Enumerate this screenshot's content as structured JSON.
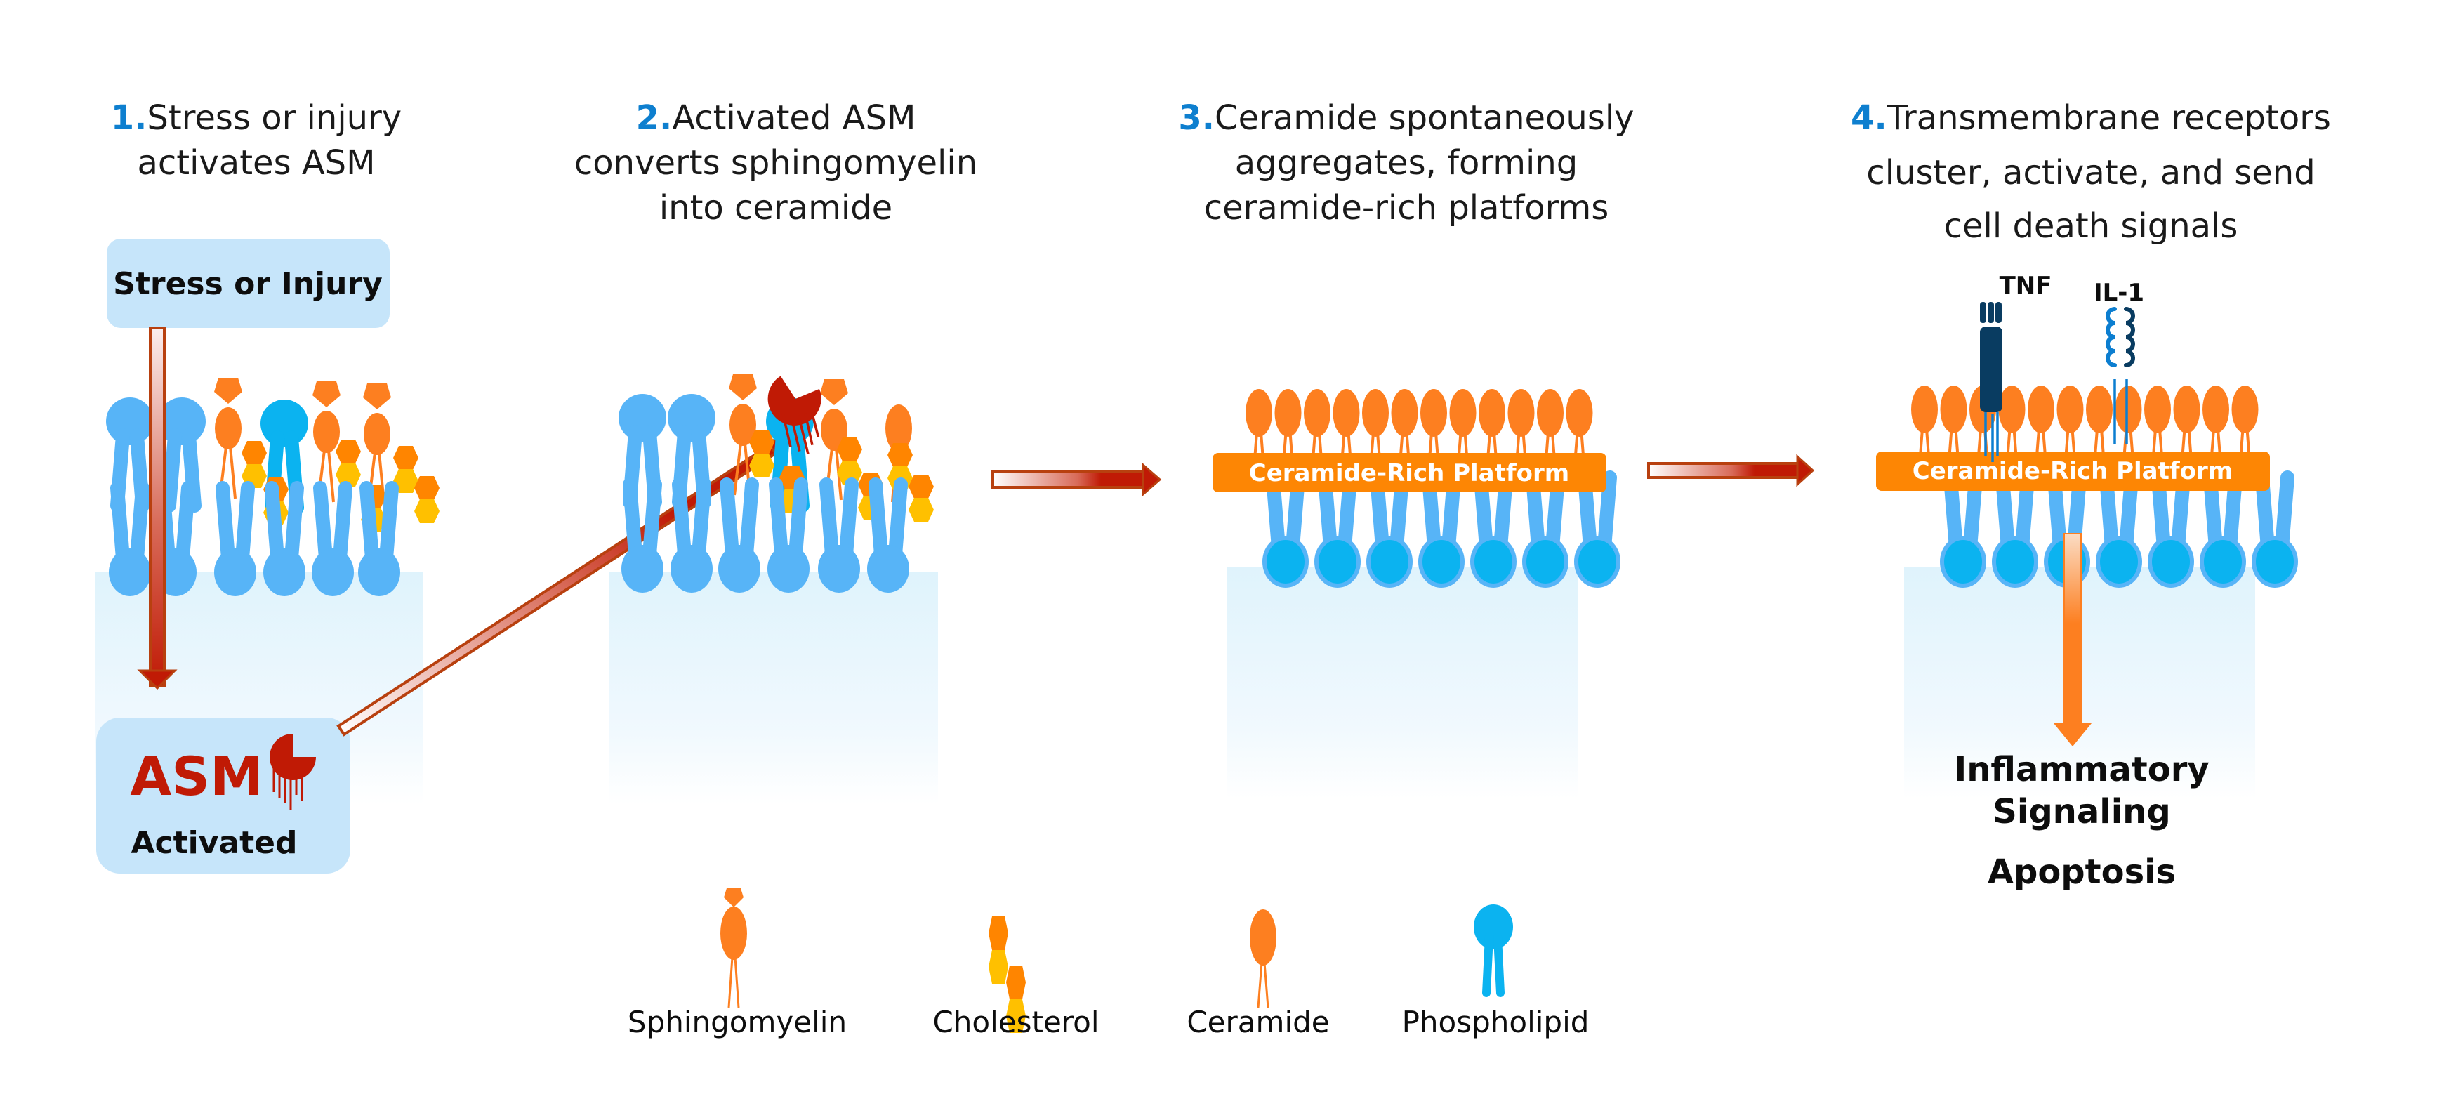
{
  "diagram": {
    "steps": [
      {
        "number": "1.",
        "lines": [
          "Stress or injury",
          "activates ASM"
        ]
      },
      {
        "number": "2.",
        "lines": [
          "Activated ASM",
          "converts sphingomyelin",
          "into ceramide"
        ]
      },
      {
        "number": "3.",
        "lines": [
          "Ceramide spontaneously",
          "aggregates, forming",
          "ceramide-rich platforms"
        ]
      },
      {
        "number": "4.",
        "lines": [
          "Transmembrane receptors",
          "cluster, activate, and send",
          "cell death signals"
        ]
      }
    ],
    "stress_box": {
      "label": "Stress or Injury"
    },
    "asm_box": {
      "title": "ASM",
      "subtitle": "Activated"
    },
    "platform_label": "Ceramide-Rich Platform",
    "receptors": {
      "tnf": "TNF",
      "il1": "IL-1"
    },
    "outcomes": {
      "line1": "Inflammatory",
      "line2": "Signaling",
      "line3": "Apoptosis"
    },
    "legend": [
      {
        "key": "sphingomyelin",
        "label": "Sphingomyelin",
        "icon": "sphingomyelin-icon"
      },
      {
        "key": "cholesterol",
        "label": "Cholesterol",
        "icon": "cholesterol-icon"
      },
      {
        "key": "ceramide",
        "label": "Ceramide",
        "icon": "ceramide-icon"
      },
      {
        "key": "phospholipid",
        "label": "Phospholipid",
        "icon": "phospholipid-icon"
      }
    ],
    "colors": {
      "step_number": "#0e7fcf",
      "phospholipid": "#57b4f7",
      "phospholipid_dark": "#0bb3f0",
      "ceramide": "#fd7f20",
      "platform": "#fd8604",
      "cholesterol_top": "#ff8500",
      "cholesterol_bottom": "#ffc000",
      "asm": "#c01a05",
      "box_bg": "#c6e5fa",
      "tnf": "#093c61",
      "il1_light": "#0c7ed0",
      "arrow_red": "#c01a05",
      "arrow_orange": "#fd7f20"
    }
  }
}
